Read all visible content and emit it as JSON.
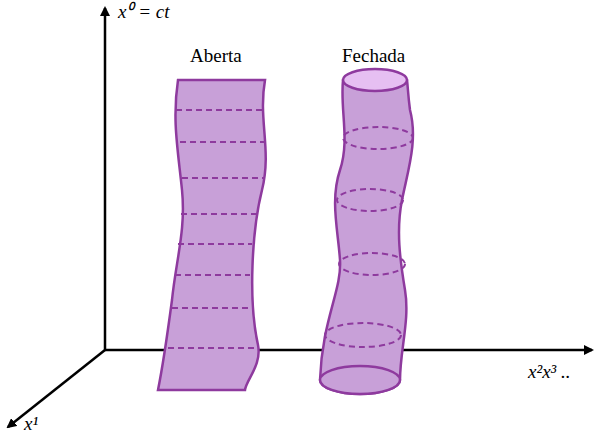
{
  "diagram": {
    "labels": [
      "x⁰ = ct",
      "Aberta",
      "Fechada",
      "x¹",
      "x²x³ .."
    ]
  }
}
